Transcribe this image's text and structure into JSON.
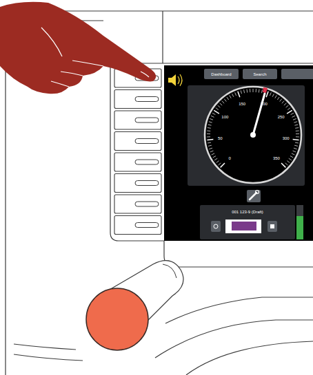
{
  "diagram": {
    "nodes": [
      {
        "text": [
          "Dashboard"
        ]
      },
      {
        "text": [
          "Search"
        ]
      }
    ],
    "labels": [
      "0",
      "50",
      "100",
      "150",
      "200",
      "250",
      "300",
      "350",
      "001 123-9 (Draft)"
    ]
  }
}
